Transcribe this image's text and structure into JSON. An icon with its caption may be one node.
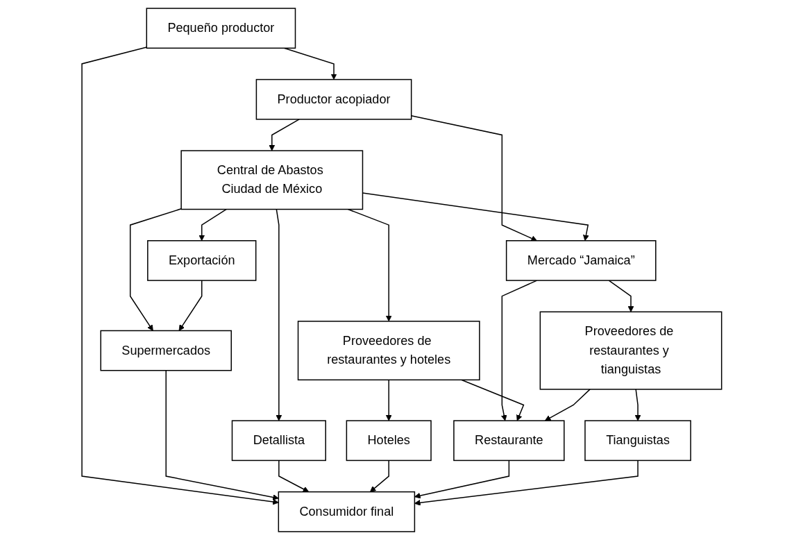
{
  "diagram": {
    "nodes": [
      {
        "text": [
          "Pequeño productor"
        ]
      },
      {
        "text": [
          "Productor acopiador"
        ]
      },
      {
        "text": [
          "Central de Abastos Ciudad de México"
        ]
      },
      {
        "text": [
          "Exportación"
        ]
      },
      {
        "text": [
          "Mercado “Jamaica”"
        ]
      },
      {
        "text": [
          "Supermercados"
        ]
      },
      {
        "text": [
          "Detallista"
        ]
      },
      {
        "text": [
          "Proveedores de restaurantes y hoteles"
        ]
      },
      {
        "text": [
          "Proveedores de restaurantes y tianguistas"
        ]
      },
      {
        "text": [
          "Hoteles"
        ]
      },
      {
        "text": [
          "Restaurante"
        ]
      },
      {
        "text": [
          "Tianguistas"
        ]
      },
      {
        "text": [
          "Consumidor final"
        ]
      }
    ],
    "edges": [
      {
        "from": 0,
        "to": 1,
        "arrow": "to"
      },
      {
        "from": 0,
        "to": 12,
        "arrow": "to"
      },
      {
        "from": 1,
        "to": 2,
        "arrow": "to"
      },
      {
        "from": 1,
        "to": 4,
        "arrow": "to"
      },
      {
        "from": 2,
        "to": 3,
        "arrow": "to"
      },
      {
        "from": 2,
        "to": 4,
        "arrow": "to"
      },
      {
        "from": 2,
        "to": 5,
        "arrow": "to"
      },
      {
        "from": 2,
        "to": 6,
        "arrow": "to"
      },
      {
        "from": 2,
        "to": 7,
        "arrow": "to"
      },
      {
        "from": 3,
        "to": 5,
        "arrow": "to"
      },
      {
        "from": 4,
        "to": 10,
        "arrow": "to"
      },
      {
        "from": 4,
        "to": 8,
        "arrow": "to"
      },
      {
        "from": 5,
        "to": 12,
        "arrow": "to"
      },
      {
        "from": 6,
        "to": 12,
        "arrow": "to"
      },
      {
        "from": 7,
        "to": 9,
        "arrow": "to"
      },
      {
        "from": 7,
        "to": 10,
        "arrow": "to"
      },
      {
        "from": 8,
        "to": 10,
        "arrow": "to"
      },
      {
        "from": 8,
        "to": 11,
        "arrow": "to"
      },
      {
        "from": 9,
        "to": 12,
        "arrow": "to"
      },
      {
        "from": 10,
        "to": 12,
        "arrow": "to"
      },
      {
        "from": 11,
        "to": 12,
        "arrow": "to"
      }
    ]
  }
}
